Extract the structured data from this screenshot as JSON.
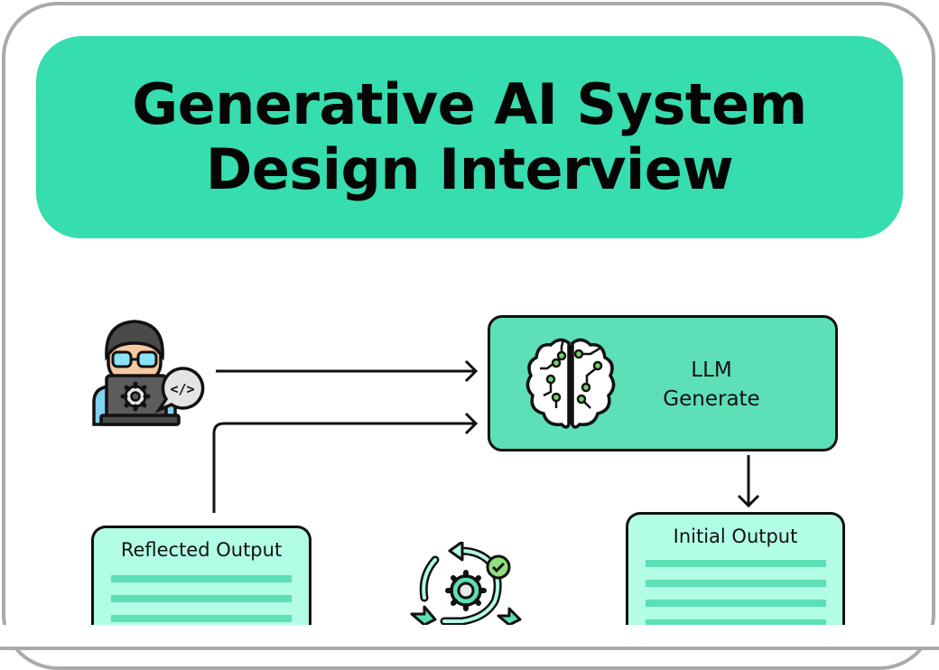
{
  "banner": {
    "title_line1": "Generative AI System",
    "title_line2": "Design Interview",
    "color": "#36ddae"
  },
  "diagram": {
    "user_icon": "developer-at-laptop-icon",
    "llm_box": {
      "icon": "brain-circuit-icon",
      "label_line1": "LLM",
      "label_line2": "Generate",
      "color": "#5ddfb8"
    },
    "initial_output": {
      "title": "Initial Output",
      "lines": 4
    },
    "reflected_output": {
      "title": "Reflected Output",
      "lines": 3
    },
    "cycle_icon": "iteration-cycle-gear-icon",
    "arrows": [
      {
        "from": "user",
        "to": "llm_box"
      },
      {
        "from": "reflected_output",
        "to": "llm_box"
      },
      {
        "from": "llm_box",
        "to": "initial_output"
      }
    ],
    "doc_color": "#b2fde6"
  }
}
